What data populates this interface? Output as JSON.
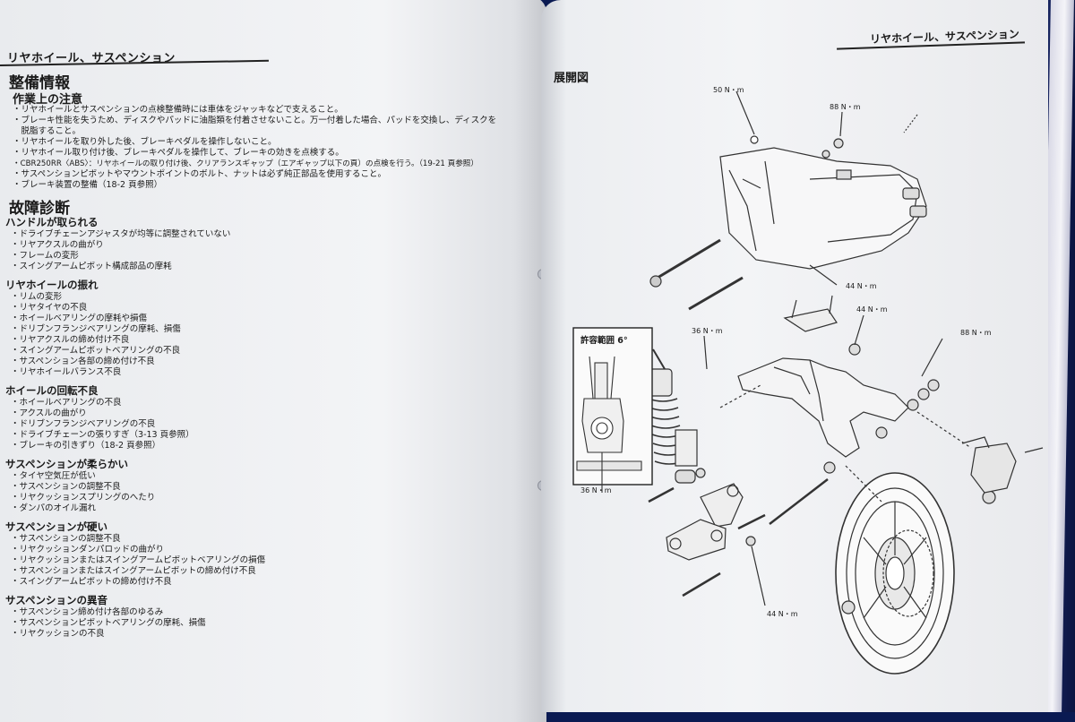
{
  "left_page": {
    "header": "リヤホイール、サスペンション",
    "service_info_title": "整備情報",
    "precautions_title": "作業上の注意",
    "precautions": [
      "・リヤホイールとサスペンションの点検整備時には車体をジャッキなどで支えること。",
      "・ブレーキ性能を失うため、ディスクやパッドに油脂類を付着させないこと。万一付着した場合、パッドを交換し、ディスクを",
      "　脱脂すること。",
      "・リヤホイールを取り外した後、ブレーキペダルを操作しないこと。",
      "・リヤホイール取り付け後、ブレーキペダルを操作して、ブレーキの効きを点検する。",
      "・CBR250RR〈ABS〉：リヤホイールの取り付け後、クリアランスギャップ（エアギャップ以下の頁）の点検を行う。（19-21 頁参照）",
      "・サスペンションピボットやマウントポイントのボルト、ナットは必ず純正部品を使用すること。",
      "・ブレーキ装置の整備（18-2 頁参照）"
    ],
    "troubleshooting_title": "故障診断",
    "troubles": [
      {
        "title": "ハンドルが取られる",
        "items": [
          "・ドライブチェーンアジャスタが均等に調整されていない",
          "・リヤアクスルの曲がり",
          "・フレームの変形",
          "・スイングアームピボット構成部品の摩耗"
        ]
      },
      {
        "title": "リヤホイールの振れ",
        "items": [
          "・リムの変形",
          "・リヤタイヤの不良",
          "・ホイールベアリングの摩耗や損傷",
          "・ドリブンフランジベアリングの摩耗、損傷",
          "・リヤアクスルの締め付け不良",
          "・スイングアームピボットベアリングの不良",
          "・サスペンション各部の締め付け不良",
          "・リヤホイールバランス不良"
        ]
      },
      {
        "title": "ホイールの回転不良",
        "items": [
          "・ホイールベアリングの不良",
          "・アクスルの曲がり",
          "・ドリブンフランジベアリングの不良",
          "・ドライブチェーンの張りすぎ（3-13 頁参照）",
          "・ブレーキの引きずり（18-2 頁参照）"
        ]
      },
      {
        "title": "サスペンションが柔らかい",
        "items": [
          "・タイヤ空気圧が低い",
          "・サスペンションの調整不良",
          "・リヤクッションスプリングのへたり",
          "・ダンパのオイル漏れ"
        ]
      },
      {
        "title": "サスペンションが硬い",
        "items": [
          "・サスペンションの調整不良",
          "・リヤクッションダンパロッドの曲がり",
          "・リヤクッションまたはスイングアームピボットベアリングの損傷",
          "・サスペンションまたはスイングアームピボットの締め付け不良",
          "・スイングアームピボットの締め付け不良"
        ]
      },
      {
        "title": "サスペンションの異音",
        "items": [
          "・サスペンション締め付け各部のゆるみ",
          "・サスペンションピボットベアリングの摩耗、損傷",
          "・リヤクッションの不良"
        ]
      }
    ]
  },
  "right_page": {
    "header": "リヤホイール、サスペンション",
    "diagram_title": "展開図",
    "inset_title": "許容範囲 6°",
    "torques": {
      "t50": "50 N・m",
      "t88a": "88 N・m",
      "t44a": "44 N・m",
      "t44b": "44 N・m",
      "t36a": "36 N・m",
      "t88b": "88 N・m",
      "t36b": "36 N・m",
      "t44c": "44 N・m"
    }
  },
  "colors": {
    "page": "#f1f2f4",
    "ink": "#1a1a1a",
    "backdrop": "#0a1a52"
  }
}
